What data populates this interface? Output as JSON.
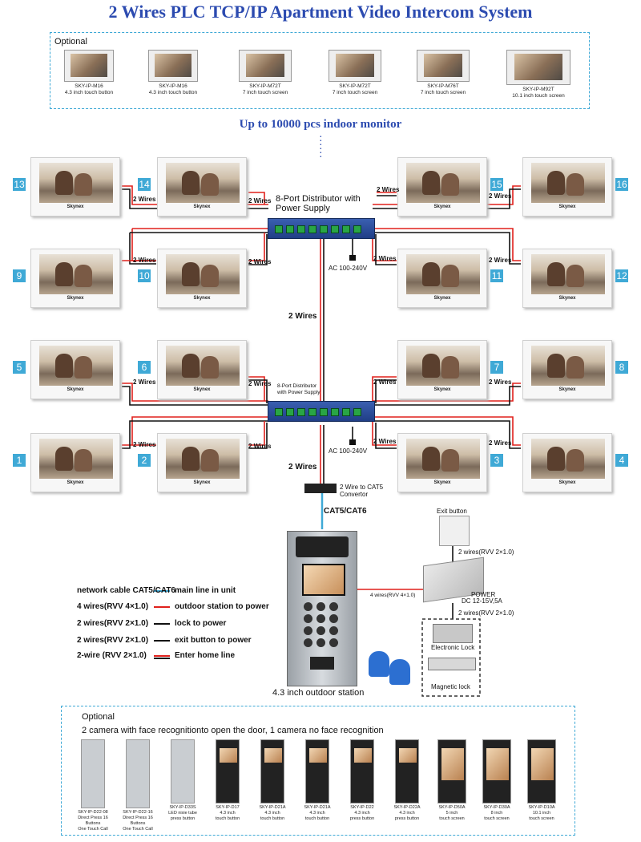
{
  "title": "2 Wires  PLC TCP/IP Apartment Video Intercom System",
  "top_optional": {
    "label": "Optional",
    "products": [
      {
        "model": "SKY-IP-M16",
        "desc": "4.3 inch touch button"
      },
      {
        "model": "SKY-IP-M16",
        "desc": "4.3 inch touch button"
      },
      {
        "model": "SKY-IP-M72T",
        "desc": "7 inch touch screen"
      },
      {
        "model": "SKY-IP-M72T",
        "desc": "7 inch touch screen"
      },
      {
        "model": "SKY-IP-M76T",
        "desc": "7 inch touch screen"
      },
      {
        "model": "SKY-IP-M92T",
        "desc": "10.1 inch touch screen"
      }
    ]
  },
  "subtitle": "Up to 10000 pcs indoor monitor",
  "monitor_brand": "Skynex",
  "monitor_numbers": [
    "13",
    "14",
    "15",
    "16",
    "9",
    "10",
    "11",
    "12",
    "5",
    "6",
    "7",
    "8",
    "1",
    "2",
    "3",
    "4"
  ],
  "wires_label": "2 Wires",
  "dist_top_label": "8-Port Distributor with Power Supply",
  "dist_bottom_label": "8-Port Distributor with Power Supply",
  "ac_label": "AC 100-240V",
  "convertor_label": "2 Wire to CAT5 Convertor",
  "cat_label": "CAT5/CAT6",
  "outdoor_label": "4.3 inch outdoor station",
  "exit_button": "Exit button",
  "wires_rvv2": "2 wires(RVV 2×1.0)",
  "wires_rvv4": "4 wires(RVV 4×1.0)",
  "power_label": "POWER",
  "power_spec": "DC 12-15V,5A",
  "electronic_lock": "Electronic Lock",
  "magnetic_lock": "Magnetic lock",
  "legend": [
    {
      "left": "network cable CAT5/CAT6",
      "right": "main line in unit",
      "color": "#3fa9d6"
    },
    {
      "left": "4 wires(RVV 4×1.0)",
      "right": "outdoor station to power",
      "color": "#e0201c"
    },
    {
      "left": "2 wires(RVV 2×1.0)",
      "right": "lock to power",
      "color": "#111111"
    },
    {
      "left": "2 wires(RVV 2×1.0)",
      "right": "exit button to power",
      "color": "#111111"
    },
    {
      "left": "2-wire (RVV 2×1.0)",
      "right": "Enter home line",
      "color": "#e0201c"
    }
  ],
  "bottom_optional": {
    "label": "Optional",
    "note": "2 camera with face recognitionto open the door, 1 camera no face recognition",
    "products": [
      {
        "model": "SKY-IP-D22-08",
        "d1": "Direct Press 16 Buttons",
        "d2": "One Touch Call"
      },
      {
        "model": "SKY-IP-D22-16",
        "d1": "Direct Press 16 Buttons",
        "d2": "One Touch Call"
      },
      {
        "model": "SKY-IP-D33S",
        "d1": "LED nixie tube",
        "d2": "press button"
      },
      {
        "model": "SKY-IP-D17",
        "d1": "4.3 inch",
        "d2": "touch button"
      },
      {
        "model": "SKY-IP-D21A",
        "d1": "4.3 inch",
        "d2": "touch button"
      },
      {
        "model": "SKY-IP-D21A",
        "d1": "4.3 inch",
        "d2": "touch button"
      },
      {
        "model": "SKY-IP-D22",
        "d1": "4.3 inch",
        "d2": "press button"
      },
      {
        "model": "SKY-IP-D22A",
        "d1": "4.3 inch",
        "d2": "press button"
      },
      {
        "model": "SKY-IP-D50A",
        "d1": "5 inch",
        "d2": "touch screen"
      },
      {
        "model": "SKY-IP-D30A",
        "d1": "8 inch",
        "d2": "touch screen"
      },
      {
        "model": "SKY-IP-D10A",
        "d1": "10.1 inch",
        "d2": "touch screen"
      }
    ]
  }
}
